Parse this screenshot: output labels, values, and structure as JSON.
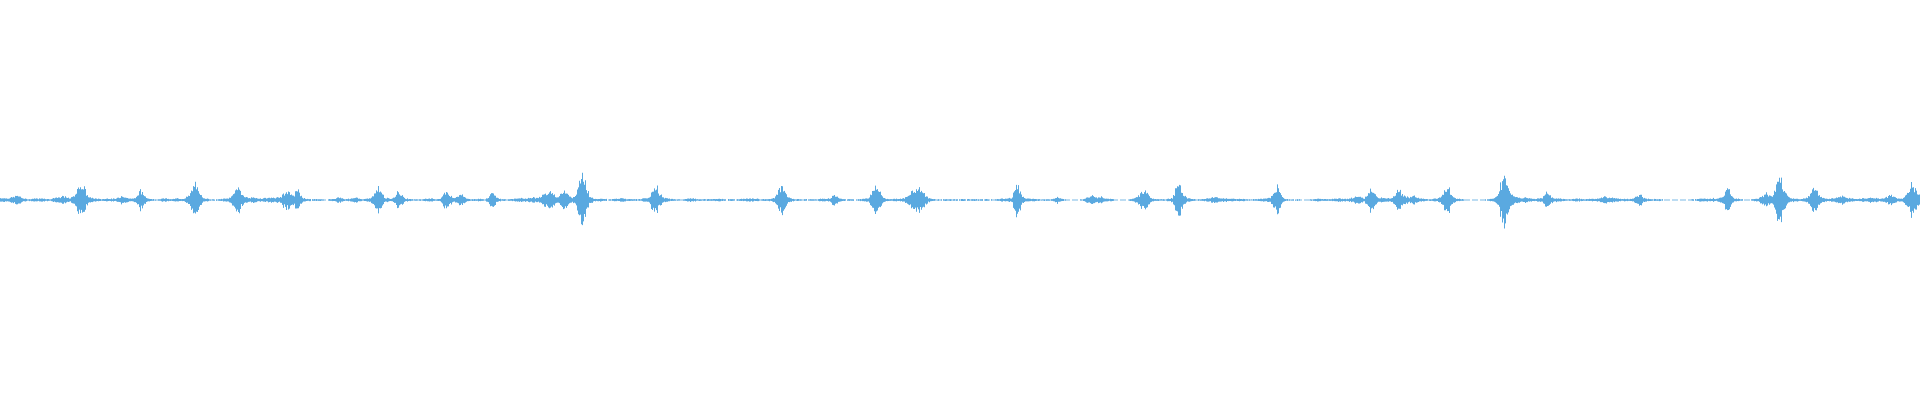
{
  "waveform": {
    "color": "#5aa9e0",
    "background": "#ffffff",
    "baseline_level": 0.01,
    "envelope": [
      0.05,
      0.05,
      0.04,
      0.06,
      0.08,
      0.12,
      0.06,
      0.03,
      0.02,
      0.03,
      0.04,
      0.03,
      0.05,
      0.03,
      0.02,
      0.04,
      0.06,
      0.05,
      0.1,
      0.06,
      0.04,
      0.1,
      0.25,
      0.42,
      0.28,
      0.1,
      0.05,
      0.04,
      0.03,
      0.02,
      0.03,
      0.04,
      0.03,
      0.03,
      0.06,
      0.12,
      0.06,
      0.04,
      0.03,
      0.08,
      0.22,
      0.14,
      0.06,
      0.03,
      0.02,
      0.02,
      0.03,
      0.04,
      0.03,
      0.02,
      0.03,
      0.04,
      0.03,
      0.05,
      0.1,
      0.24,
      0.4,
      0.16,
      0.06,
      0.04,
      0.02,
      0.02,
      0.02,
      0.02,
      0.03,
      0.04,
      0.06,
      0.2,
      0.34,
      0.18,
      0.08,
      0.06,
      0.06,
      0.05,
      0.04,
      0.04,
      0.05,
      0.05,
      0.06,
      0.06,
      0.05,
      0.14,
      0.22,
      0.16,
      0.1,
      0.26,
      0.12,
      0.04,
      0.03,
      0.02,
      0.02,
      0.02,
      0.02,
      0.01,
      0.02,
      0.03,
      0.04,
      0.06,
      0.04,
      0.02,
      0.03,
      0.04,
      0.06,
      0.03,
      0.02,
      0.03,
      0.05,
      0.14,
      0.32,
      0.24,
      0.06,
      0.04,
      0.03,
      0.1,
      0.2,
      0.12,
      0.04,
      0.03,
      0.02,
      0.02,
      0.02,
      0.02,
      0.03,
      0.04,
      0.03,
      0.02,
      0.03,
      0.14,
      0.2,
      0.1,
      0.04,
      0.08,
      0.16,
      0.08,
      0.03,
      0.02,
      0.02,
      0.03,
      0.02,
      0.02,
      0.08,
      0.22,
      0.08,
      0.03,
      0.02,
      0.02,
      0.02,
      0.03,
      0.03,
      0.04,
      0.04,
      0.04,
      0.05,
      0.06,
      0.05,
      0.08,
      0.16,
      0.14,
      0.2,
      0.1,
      0.08,
      0.18,
      0.22,
      0.12,
      0.06,
      0.1,
      0.42,
      0.62,
      0.3,
      0.08,
      0.04,
      0.03,
      0.03,
      0.03,
      0.02,
      0.02,
      0.03,
      0.03,
      0.05,
      0.03,
      0.02,
      0.02,
      0.02,
      0.02,
      0.03,
      0.04,
      0.08,
      0.24,
      0.34,
      0.14,
      0.06,
      0.04,
      0.03,
      0.02,
      0.02,
      0.01,
      0.02,
      0.03,
      0.04,
      0.03,
      0.02,
      0.02,
      0.02,
      0.02,
      0.02,
      0.03,
      0.03,
      0.02,
      0.02,
      0.02,
      0.02,
      0.02,
      0.02,
      0.03,
      0.03,
      0.04,
      0.03,
      0.03,
      0.02,
      0.02,
      0.02,
      0.03,
      0.06,
      0.24,
      0.34,
      0.16,
      0.06,
      0.03,
      0.02,
      0.02,
      0.02,
      0.02,
      0.02,
      0.02,
      0.02,
      0.03,
      0.03,
      0.03,
      0.06,
      0.14,
      0.06,
      0.03,
      0.02,
      0.02,
      0.02,
      0.02,
      0.02,
      0.03,
      0.04,
      0.06,
      0.2,
      0.36,
      0.2,
      0.06,
      0.03,
      0.02,
      0.03,
      0.03,
      0.03,
      0.04,
      0.08,
      0.2,
      0.26,
      0.3,
      0.24,
      0.12,
      0.05,
      0.03,
      0.02,
      0.02,
      0.02,
      0.02,
      0.02,
      0.02,
      0.02,
      0.02,
      0.02,
      0.02,
      0.02,
      0.02,
      0.02,
      0.02,
      0.02,
      0.02,
      0.02,
      0.02,
      0.02,
      0.03,
      0.03,
      0.04,
      0.06,
      0.42,
      0.3,
      0.08,
      0.04,
      0.03,
      0.03,
      0.02,
      0.02,
      0.02,
      0.02,
      0.02,
      0.04,
      0.08,
      0.04,
      0.02,
      0.01,
      0.01,
      0.01,
      0.01,
      0.02,
      0.04,
      0.08,
      0.1,
      0.06,
      0.08,
      0.06,
      0.04,
      0.03,
      0.02,
      0.01,
      0.01,
      0.01,
      0.01,
      0.02,
      0.04,
      0.08,
      0.18,
      0.28,
      0.12,
      0.04,
      0.03,
      0.02,
      0.02,
      0.02,
      0.03,
      0.06,
      0.3,
      0.36,
      0.14,
      0.05,
      0.03,
      0.02,
      0.02,
      0.02,
      0.03,
      0.04,
      0.05,
      0.08,
      0.06,
      0.04,
      0.04,
      0.03,
      0.03,
      0.02,
      0.03,
      0.03,
      0.02,
      0.02,
      0.02,
      0.02,
      0.03,
      0.03,
      0.04,
      0.06,
      0.2,
      0.32,
      0.14,
      0.04,
      0.02,
      0.02,
      0.02,
      0.02,
      0.01,
      0.01,
      0.01,
      0.02,
      0.03,
      0.03,
      0.02,
      0.02,
      0.02,
      0.03,
      0.04,
      0.04,
      0.03,
      0.03,
      0.04,
      0.06,
      0.12,
      0.06,
      0.04,
      0.2,
      0.28,
      0.12,
      0.06,
      0.06,
      0.05,
      0.04,
      0.05,
      0.16,
      0.24,
      0.12,
      0.08,
      0.06,
      0.12,
      0.06,
      0.04,
      0.03,
      0.02,
      0.02,
      0.03,
      0.04,
      0.1,
      0.24,
      0.34,
      0.12,
      0.05,
      0.03,
      0.02,
      0.01,
      0.01,
      0.01,
      0.01,
      0.01,
      0.01,
      0.02,
      0.03,
      0.04,
      0.1,
      0.36,
      0.64,
      0.38,
      0.16,
      0.08,
      0.06,
      0.05,
      0.06,
      0.04,
      0.03,
      0.03,
      0.04,
      0.06,
      0.18,
      0.12,
      0.05,
      0.04,
      0.03,
      0.03,
      0.02,
      0.02,
      0.03,
      0.03,
      0.03,
      0.02,
      0.02,
      0.03,
      0.03,
      0.04,
      0.06,
      0.08,
      0.06,
      0.05,
      0.04,
      0.03,
      0.03,
      0.03,
      0.02,
      0.04,
      0.1,
      0.14,
      0.06,
      0.03,
      0.02,
      0.02,
      0.02,
      0.02,
      0.01,
      0.01,
      0.01,
      0.01,
      0.01,
      0.01,
      0.01,
      0.01,
      0.02,
      0.02,
      0.03,
      0.04,
      0.03,
      0.03,
      0.04,
      0.03,
      0.05,
      0.12,
      0.34,
      0.14,
      0.04,
      0.03,
      0.02,
      0.01,
      0.01,
      0.02,
      0.03,
      0.04,
      0.1,
      0.16,
      0.1,
      0.08,
      0.32,
      0.58,
      0.32,
      0.12,
      0.06,
      0.04,
      0.03,
      0.03,
      0.04,
      0.06,
      0.2,
      0.34,
      0.16,
      0.06,
      0.04,
      0.03,
      0.04,
      0.06,
      0.08,
      0.1,
      0.06,
      0.04,
      0.04,
      0.03,
      0.03,
      0.04,
      0.04,
      0.06,
      0.06,
      0.04,
      0.03,
      0.04,
      0.08,
      0.12,
      0.06,
      0.04,
      0.03,
      0.1,
      0.2,
      0.42,
      0.26,
      0.1
    ]
  }
}
